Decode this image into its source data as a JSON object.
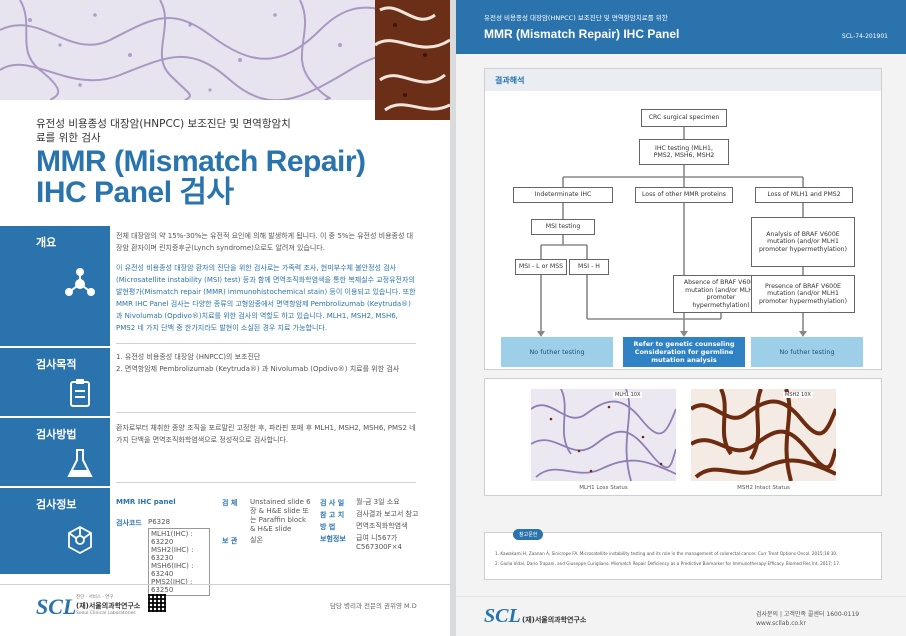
{
  "left": {
    "subtitle": "유전성 비용종성 대장암(HNPCC) 보조진단 및 면역항암치료를 위한 검사",
    "title_line1": "MMR (Mismatch Repair)",
    "title_line2": "IHC Panel 검사",
    "sections": {
      "overview": {
        "label": "개요",
        "para1": "전체 대장암의 약 15%-30%는 유전적 요인에 의해 발생하게 됩니다. 이 중 5%는 유전성 비용종성 대장암 환자이며 린치증후군(Lynch syndrome)으로도 알려져 있습니다.",
        "para2": "이 유전성 비용종성 대장암 환자의 진단을 위한 검사로는 가족력 조사, 현미부수체 불안정성 검사(Microsatellite instability (MSI) test) 등과 함께 면역조직화학염색을 통한 복제실수 교정유전자의 발현평가(Mismatch repair (MMR) immunohistochemical stain) 등이 이용되고 있습니다. 또한 MMR IHC Panel 검사는 다양한 종류의 고형암종에서 면역항암제 Pembrolizumab (Keytruda®)과 Nivolumab (Opdivo®)치료를 위한 검사의 역할도 하고 있습니다. MLH1, MSH2, MSH6, PMS2 네 가지 단백 중 한가지라도 발현이 소실된 경우 치료 가능합니다."
      },
      "purpose": {
        "label": "검사목적",
        "item1": "1. 유전성 비용종성 대장암 (HNPCC)의 보조진단",
        "item2": "2. 면역항암제 Pembrolizumab (Keytruda®) 과 Nivolumab (Opdivo®) 치료를 위한 검사"
      },
      "method": {
        "label": "검사방법",
        "text": "환자로부터 채취한 종양 조직을 포르말린 고정한 후, 파라핀 포매 후 MLH1, MSH2, MSH6, PMS2 네 가지 단백을 면역조직화학염색으로 정성적으로 검사합니다."
      },
      "info": {
        "label": "검사정보",
        "panel_name": "MMR IHC panel",
        "code_label": "검사코드",
        "code_value": "P6328",
        "codes": [
          "MLH1(IHC) : 63220",
          "MSH2(IHC) : 63230",
          "MSH6(IHC) : 63240",
          "PMS2(IHC) : 63250"
        ],
        "specimen_label": "검 체",
        "specimen_value": "Unstained slide 6장 & H&E slide 또는 Paraffin block & H&E slide",
        "storage_label": "보 관",
        "storage_value": "실온",
        "tat_label": "검 사 일",
        "tat_value": "월-금 3일 소요",
        "ref_label": "참 고 치",
        "ref_value": "검사결과 보고서 참고",
        "method_label": "방 법",
        "method_value": "면역조직화학염색",
        "insurance_label": "보험정보",
        "insurance_value": "급여 니567가 C567300F×4"
      }
    },
    "footer": {
      "logo": "SCL",
      "org_small": "진단 · 서비스 · 연구",
      "org_name": "(재)서울의과학연구소",
      "org_en": "Seoul Clinical Laboratories",
      "contact": "담당 병리과 전문의 권위영 M.D"
    }
  },
  "right": {
    "header_sub": "유전성 비용종성 대장암(HNPCC) 보조진단 및 면역항암치료를 위한",
    "header_title": "MMR (Mismatch Repair) IHC Panel",
    "header_code": "SCL-74-201901",
    "section_title": "결과해석",
    "flow": {
      "n1": "CRC surgical specimen",
      "n2": "IHC testing (MLH1, PMS2, MSH6, MSH2",
      "n3a": "Indeterminate IHC",
      "n3b": "Loss of other MMR proteins",
      "n3c": "Loss of MLH1 and PMS2",
      "n4a": "MSI testing",
      "n4c": "Analysis of BRAF V600E mutation (and/or MLH1 promoter hypermethylation)",
      "n5a1": "MSI - L or MSS",
      "n5a2": "MSI - H",
      "n5b": "Absence of BRAF V600E mutation (and/or MLH1 promoter hypermethylation)",
      "n5c": "Presence of BRAF V600E mutation (and/or MLH1 promoter hypermethylation)",
      "out1": "No futher testing",
      "out2": "Refer to genetic counseling Consideration for germline mutation analysis",
      "out3": "No futher testing"
    },
    "images": {
      "tag1": "MLH1 10X",
      "tag2": "MSH2 10X",
      "cap1": "MLH1 Loss Status",
      "cap2": "MSH2 Intact Status"
    },
    "references": {
      "badge": "참고문헌",
      "ref1": "1. Kawakami H, Zaanan A, Sinicrope FA. Microsatellite instability testing and its role in the management of colorectal cancer. Curr Treat Options Oncol. 2015;16:30.",
      "ref2": "2. Giulia Vidal, Dario Trapani, and Giuseppe Curigliano. Mismatch Repair Deficiency as a Predictive Biomarker for Immunotherapy Efficacy. Biomed Res Int. 2017; 17."
    },
    "footer": {
      "logo": "SCL",
      "org_name": "(재)서울의과학연구소",
      "contact": "검사문의 | 고객만족 콜센터 1600-0119",
      "web": "www.scllab.co.kr"
    }
  }
}
